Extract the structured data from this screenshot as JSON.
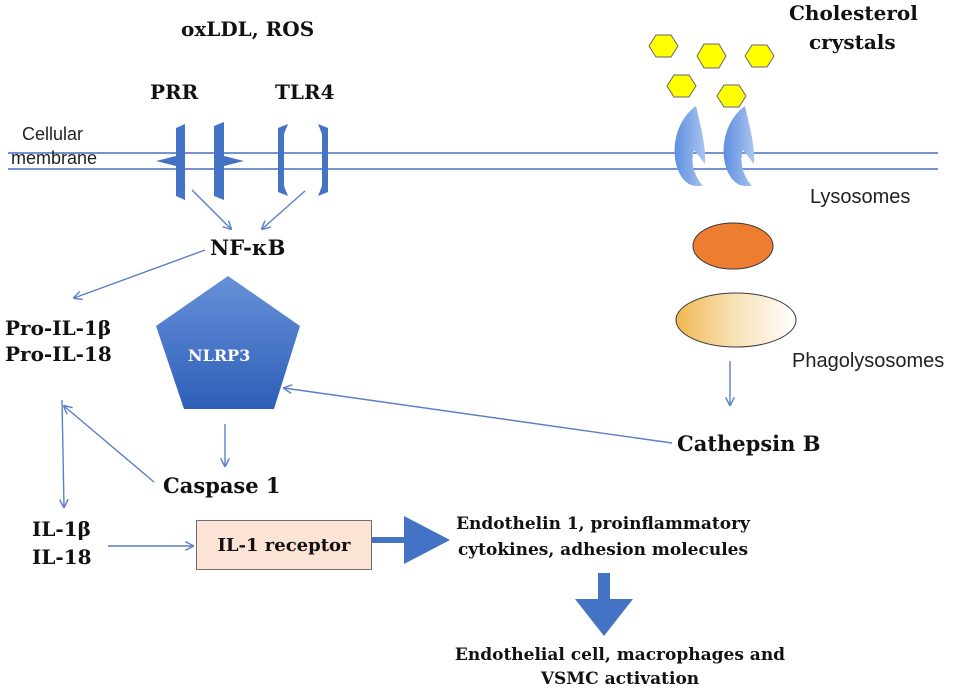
{
  "labels": {
    "oxldl_ros": "oxLDL, ROS",
    "prr": "PRR",
    "tlr4": "TLR4",
    "cellular": "Cellular",
    "membrane": "membrane",
    "cholesterol": "Cholesterol",
    "crystals": "crystals",
    "lysosomes": "Lysosomes",
    "nfkb": "NF-κB",
    "pro_il1b": "Pro-IL-1β",
    "pro_il18": "Pro-IL-18",
    "nlrp3": "NLRP3",
    "phagolysosomes": "Phagolysosomes",
    "cathepsin_b": "Cathepsin B",
    "caspase1": "Caspase 1",
    "il1b": "IL-1β",
    "il18": "IL-18",
    "il1_receptor": "IL-1 receptor",
    "endothelin_line1": "Endothelin 1, proinflammatory",
    "endothelin_line2": "cytokines, adhesion molecules",
    "activation_line1": "Endothelial cell, macrophages and",
    "activation_line2": "VSMC activation"
  },
  "colors": {
    "blue": "#4472c4",
    "line_blue": "#5b7fc7",
    "crystal_yellow": "#ffff00",
    "lysosome_orange": "#ed7d31",
    "phago_tan": "#f0c070",
    "receptor_fill": "#fbe3d6"
  }
}
